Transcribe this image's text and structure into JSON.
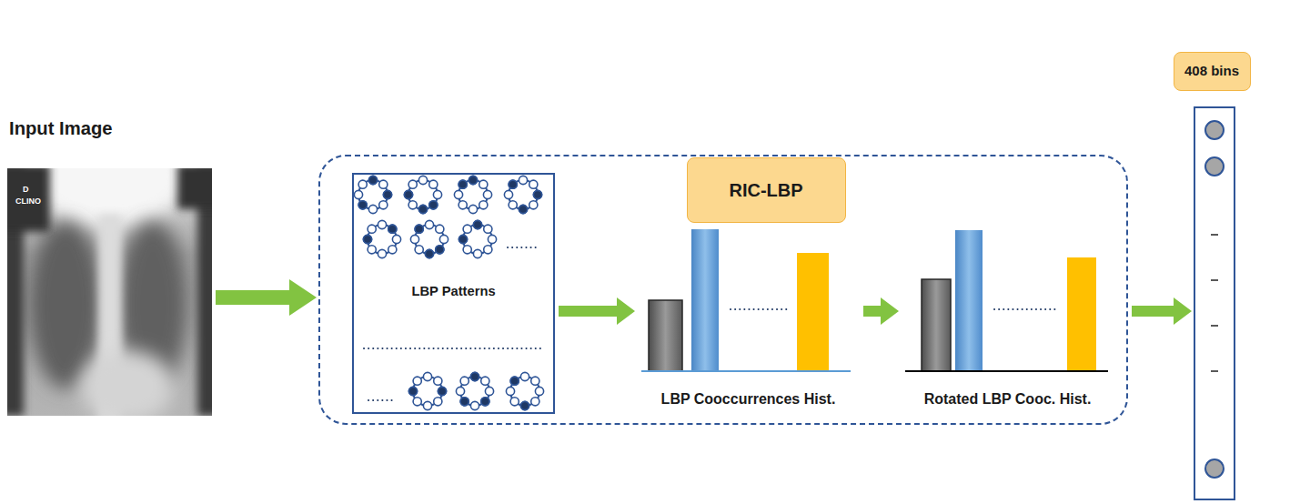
{
  "diagram": {
    "nodes": [
      {
        "text": [
          "Input Image"
        ]
      },
      {
        "text": []
      },
      {
        "text": [
          "LBP Patterns"
        ],
        "in": 1
      },
      {
        "text": [
          "RIC-LBP"
        ],
        "in": 1
      },
      {
        "text": [
          "LBP Cooccurrences Hist."
        ],
        "in": 1
      },
      {
        "text": [
          "Rotated LBP Cooc. Hist."
        ],
        "in": 1
      },
      {
        "text": [
          "408 bins"
        ]
      },
      {
        "text": []
      }
    ],
    "edges": [
      {
        "from": 0,
        "to": 1,
        "arrow": "to"
      },
      {
        "from": 2,
        "to": 4,
        "arrow": "to"
      },
      {
        "from": 4,
        "to": 5,
        "arrow": "to"
      },
      {
        "from": 1,
        "to": 7,
        "arrow": "to"
      }
    ],
    "labels": [
      "D",
      "CLINO"
    ]
  }
}
